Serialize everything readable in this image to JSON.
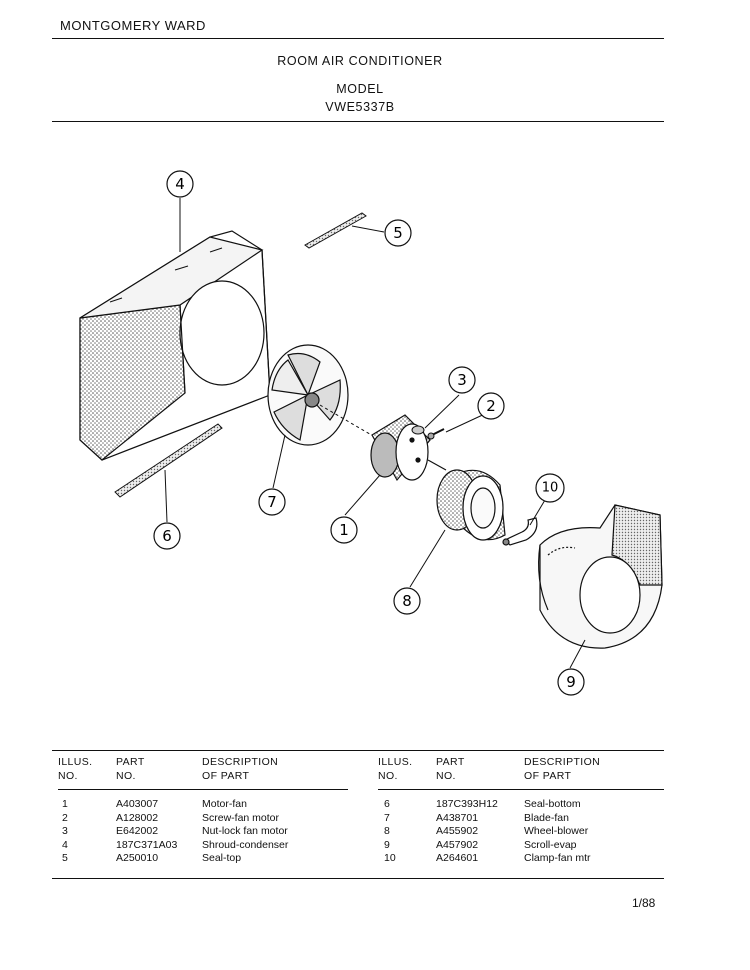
{
  "header": {
    "brand": "MONTGOMERY WARD",
    "title": "ROOM AIR  CONDITIONER",
    "model_label": "MODEL",
    "model_number": "VWE5337B"
  },
  "diagram": {
    "callouts": [
      "4",
      "5",
      "3",
      "2",
      "7",
      "1",
      "10",
      "6",
      "8",
      "9"
    ]
  },
  "table": {
    "headers": {
      "illus_line1": "ILLUS.",
      "illus_line2": "NO.",
      "part_line1": "PART",
      "part_line2": "NO.",
      "desc_line1": "DESCRIPTION",
      "desc_line2": "OF PART"
    },
    "left_rows": [
      {
        "illus": "1",
        "part": "A403007",
        "desc": "Motor-fan"
      },
      {
        "illus": "2",
        "part": "A128002",
        "desc": "Screw-fan motor"
      },
      {
        "illus": "3",
        "part": "E642002",
        "desc": "Nut-lock fan motor"
      },
      {
        "illus": "4",
        "part": "187C371A03",
        "desc": "Shroud-condenser"
      },
      {
        "illus": "5",
        "part": "A250010",
        "desc": "Seal-top"
      }
    ],
    "right_rows": [
      {
        "illus": "6",
        "part": "187C393H12",
        "desc": "Seal-bottom"
      },
      {
        "illus": "7",
        "part": "A438701",
        "desc": "Blade-fan"
      },
      {
        "illus": "8",
        "part": "A455902",
        "desc": "Wheel-blower"
      },
      {
        "illus": "9",
        "part": "A457902",
        "desc": "Scroll-evap"
      },
      {
        "illus": "10",
        "part": "A264601",
        "desc": "Clamp-fan mtr"
      }
    ]
  },
  "footer": {
    "page": "1/88"
  }
}
